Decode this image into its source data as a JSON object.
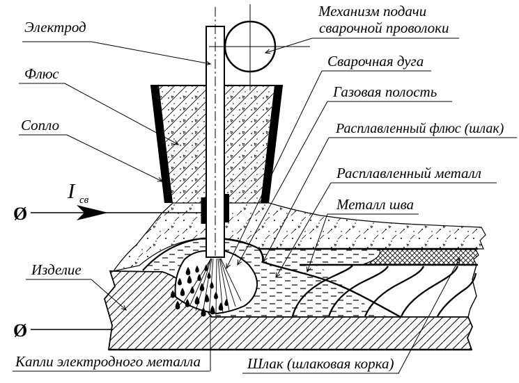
{
  "diagram": {
    "subject": "submerged-arc-welding-scheme",
    "colors": {
      "ink": "#000000",
      "paper": "#ffffff"
    },
    "labels": {
      "electrode": "Электрод",
      "flux": "Флюс",
      "nozzle": "Сопло",
      "feed_mechanism": [
        "Механизм подачи",
        "сварочной проволоки"
      ],
      "welding_arc": "Сварочная дуга",
      "gas_cavity": "Газовая полость",
      "molten_flux": "Расплавленный флюс (шлак)",
      "molten_metal": "Расплавленный металл",
      "weld_metal": "Металл шва",
      "workpiece": "Изделие",
      "electrode_metal_drops": "Капли электродного металла",
      "slag_crust": "Шлак (шлаковая корка)",
      "welding_current_symbol": "I",
      "welding_current_subscript": "св",
      "terminal_symbol": "Ø"
    }
  }
}
